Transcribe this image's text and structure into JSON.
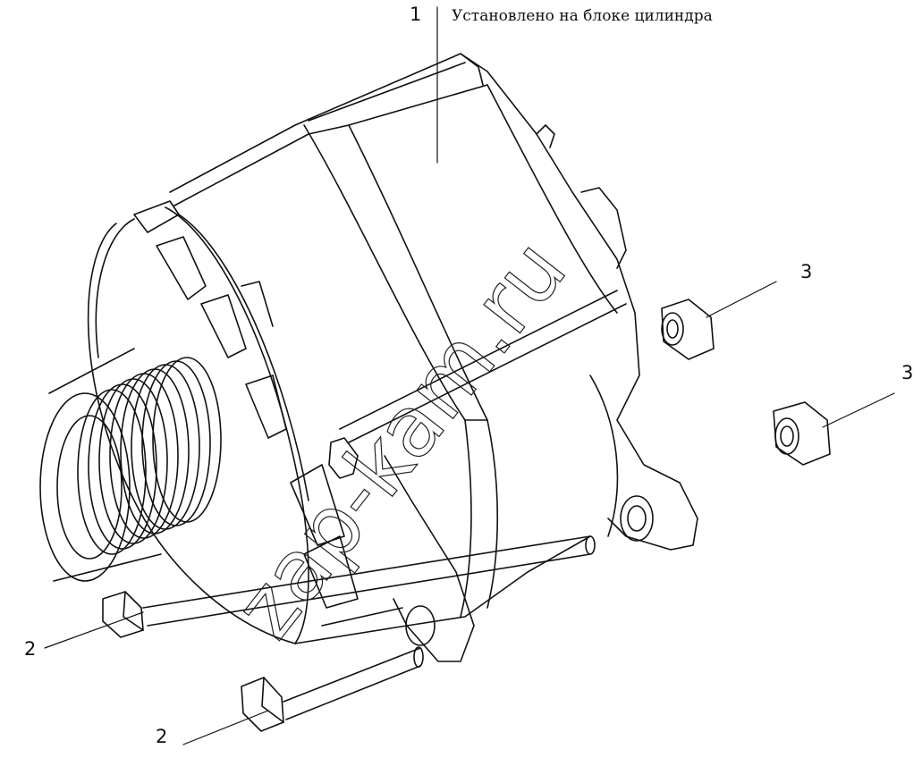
{
  "callouts": [
    {
      "number": "1",
      "note": "Установлено на блоке цилиндра"
    },
    {
      "number": "2"
    },
    {
      "number": "2"
    },
    {
      "number": "3"
    },
    {
      "number": "3"
    }
  ],
  "watermark": "zap-kam.ru",
  "colors": {
    "line": "#111111",
    "background": "#ffffff",
    "watermark_outline": "#222222"
  }
}
